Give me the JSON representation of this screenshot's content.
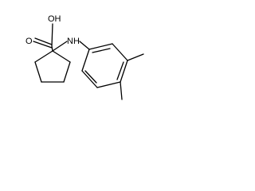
{
  "molecule": {
    "atoms": {
      "hydroxyl": "OH",
      "carbonyl_oxygen": "O",
      "amine": "NH"
    }
  },
  "colors": {
    "bond": "#000000",
    "label": "#000000",
    "background": "#ffffff"
  }
}
